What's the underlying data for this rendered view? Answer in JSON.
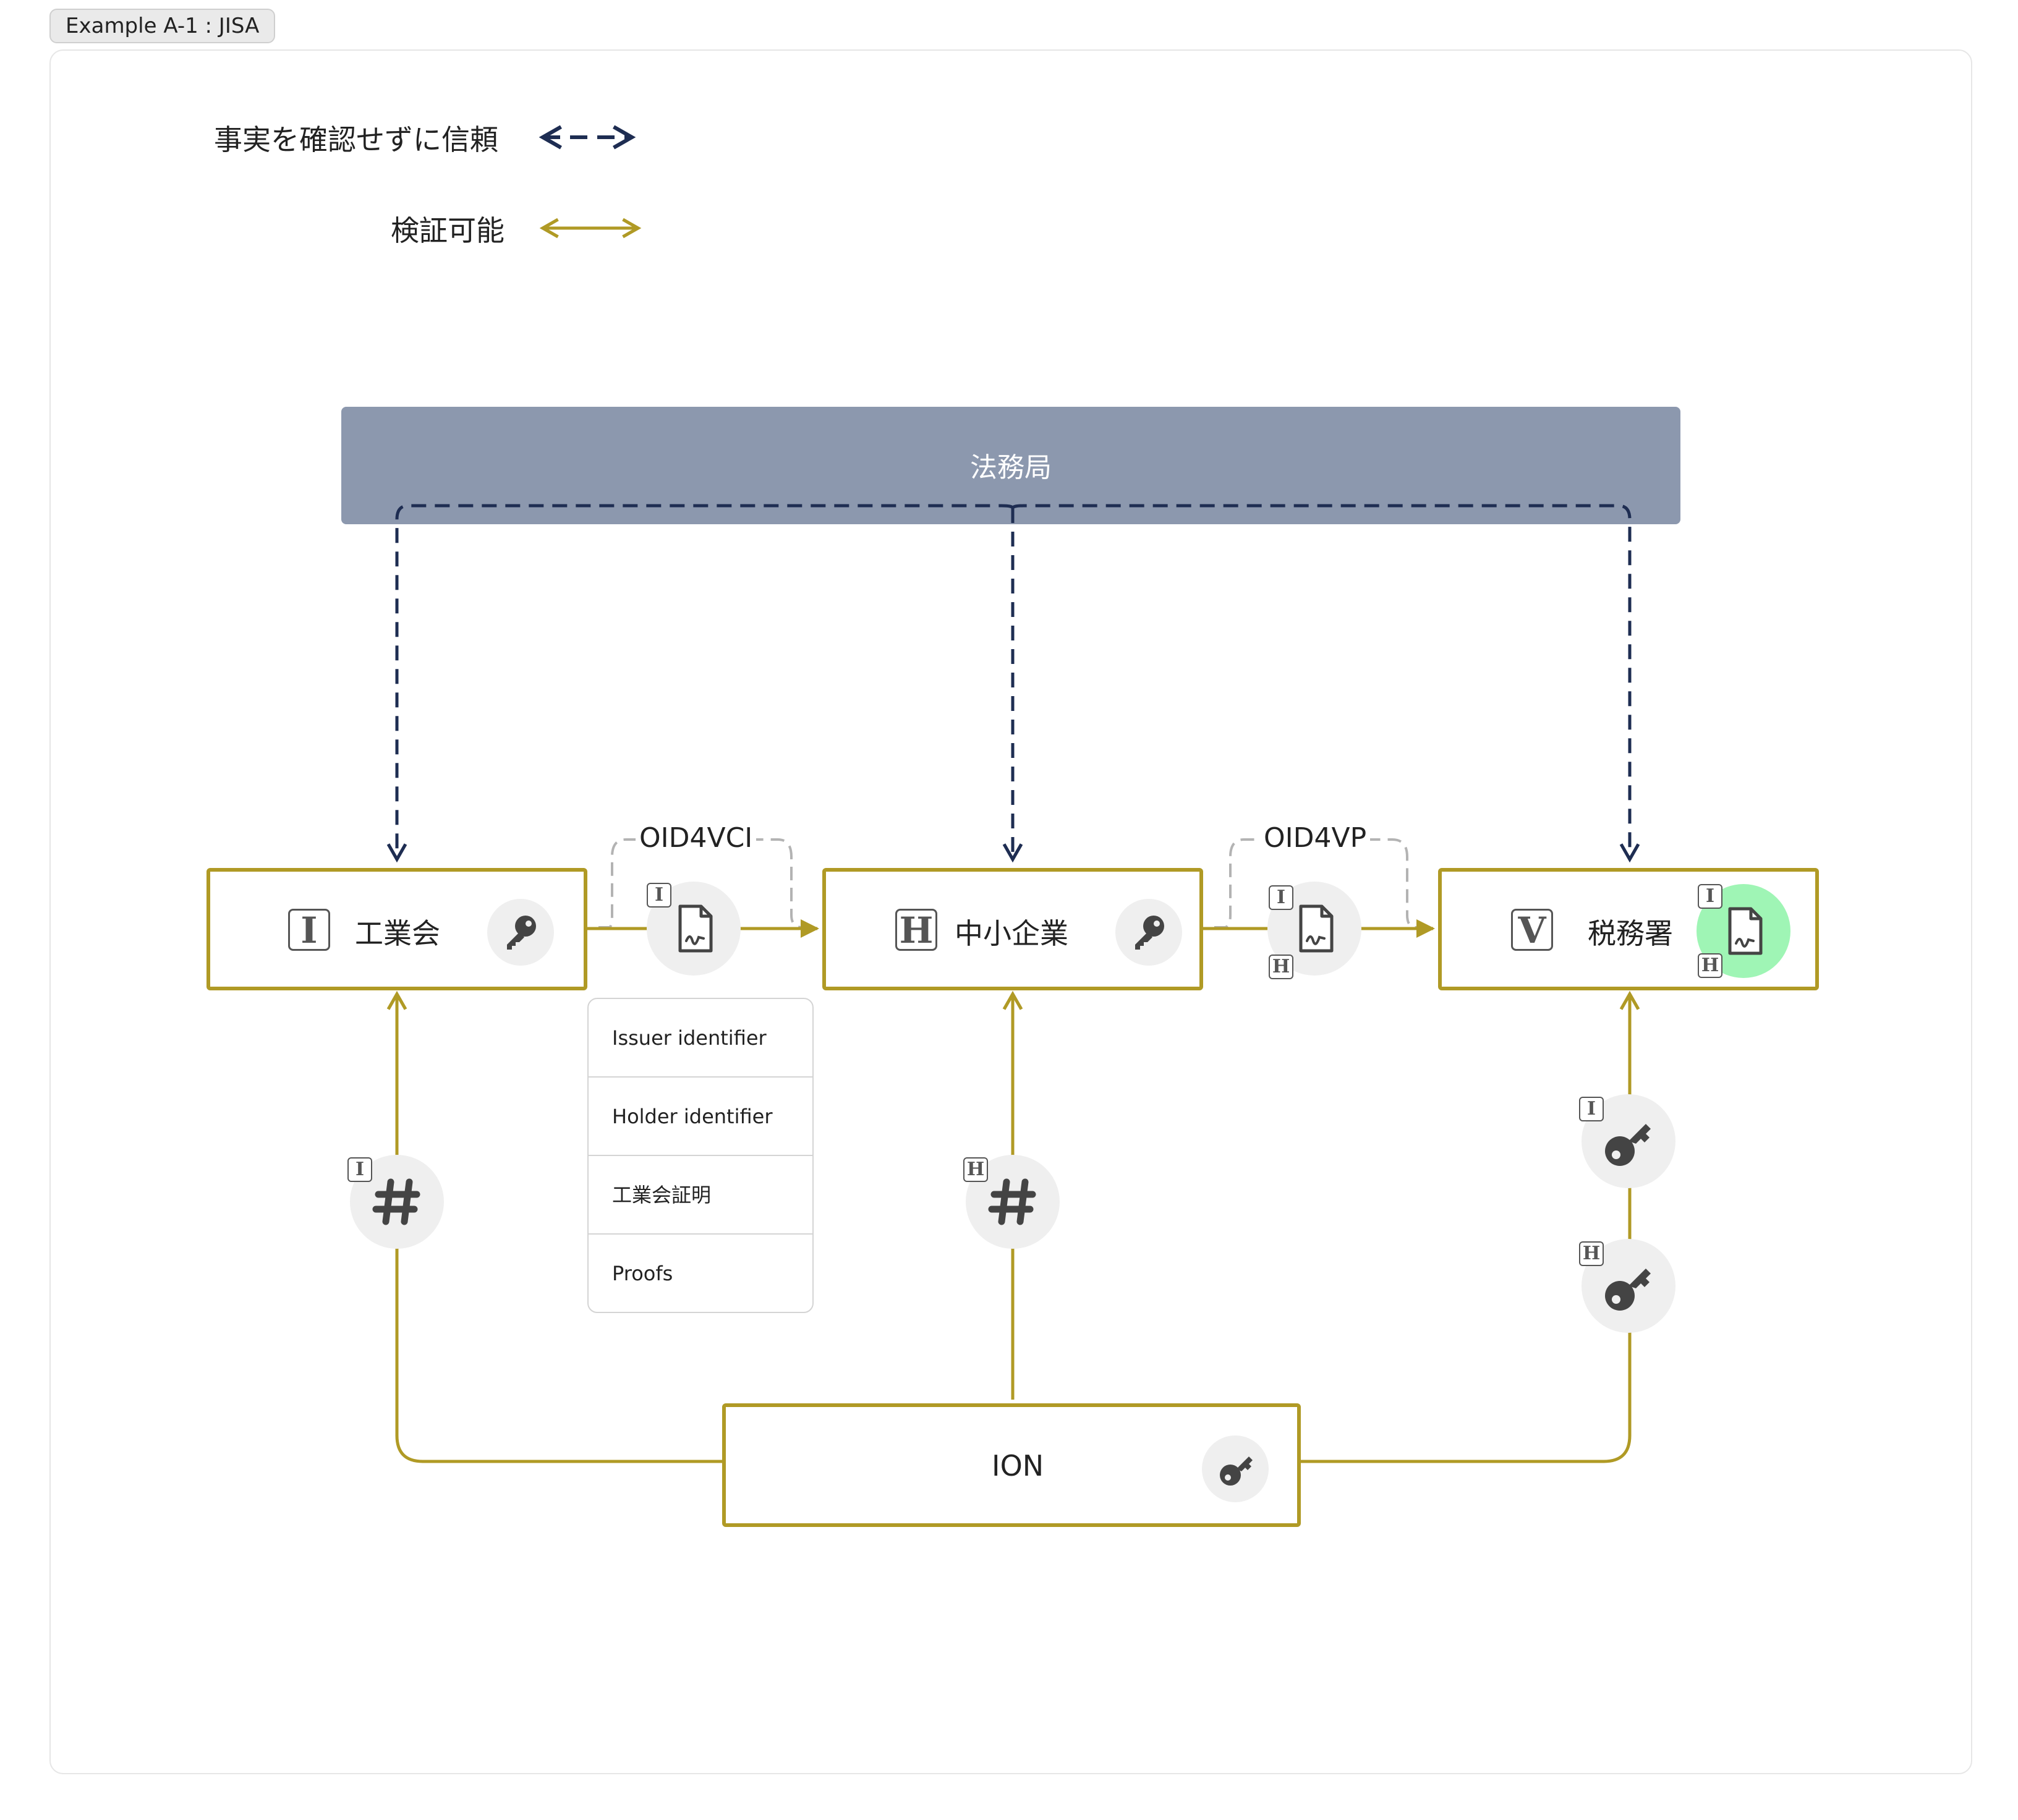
{
  "example_tag": "Example A-1 : JISA",
  "legend": {
    "unverified_label": "事実を確認せずに信頼",
    "verifiable_label": "検証可能"
  },
  "colors": {
    "verifiable": "#b09a25",
    "unverified": "#1e2d52",
    "top_bar": "#8c98ae",
    "icon_bg": "#efefef",
    "highlight": "#9ff5b5"
  },
  "authority": {
    "label": "法務局"
  },
  "entities": {
    "issuer": {
      "role": "I",
      "name": "工業会",
      "icon": "key-icon"
    },
    "holder": {
      "role": "H",
      "name": "中小企業",
      "icon": "key-icon"
    },
    "verifier": {
      "role": "V",
      "name": "税務署",
      "icon": "signed-document-icon"
    },
    "ion": {
      "name": "ION",
      "icon": "key-icon"
    }
  },
  "protocols": {
    "issuance": "OID4VCI",
    "presentation": "OID4VP"
  },
  "credential_fields": [
    "Issuer identifier",
    "Holder identifier",
    "工業会証明",
    "Proofs"
  ],
  "badges": {
    "issuer": "I",
    "holder": "H"
  },
  "icons": {
    "did_hash": "hash-icon",
    "credential": "signed-document-icon",
    "resolved_key": "key-icon"
  }
}
